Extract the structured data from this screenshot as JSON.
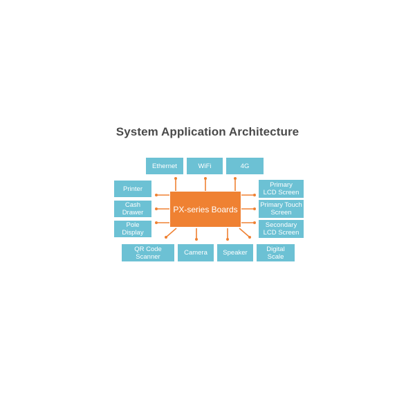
{
  "diagram": {
    "title": "System Application Architecture",
    "center": "PX-series Boards",
    "top": [
      "Ethernet",
      "WiFi",
      "4G"
    ],
    "left": [
      "Printer",
      "Cash Drawer",
      "Pole Display"
    ],
    "right": [
      "Primary\nLCD Screen",
      "Primary Touch\nScreen",
      "Secondary\nLCD Screen"
    ],
    "bottom": [
      "QR Code Scanner",
      "Camera",
      "Speaker",
      "Digital Scale"
    ],
    "colors": {
      "center": "#ef8132",
      "node": "#6cc1d4",
      "connector": "#ef8132",
      "title": "#4a4a4a"
    }
  }
}
